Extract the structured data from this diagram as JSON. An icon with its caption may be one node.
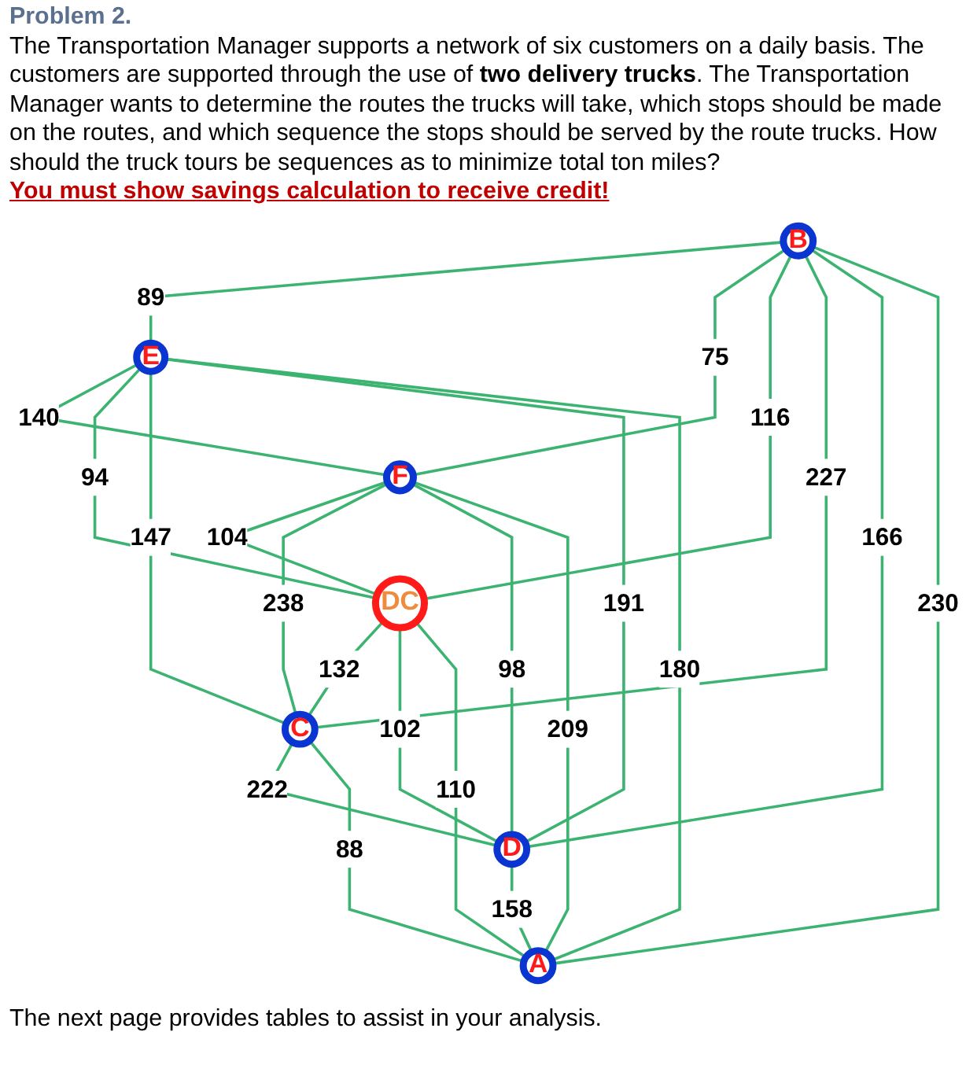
{
  "diagram": {
    "title": "Problem 2.",
    "nodes": [
      {
        "text": [
          "B"
        ]
      },
      {
        "text": [
          "E"
        ]
      },
      {
        "text": [
          "F"
        ]
      },
      {
        "text": [
          "DC"
        ]
      },
      {
        "text": [
          "C"
        ]
      },
      {
        "text": [
          "D"
        ]
      },
      {
        "text": [
          "A"
        ]
      }
    ],
    "edges": [
      {
        "from": 0,
        "to": 1,
        "arrow": "none",
        "label": "89"
      },
      {
        "from": 0,
        "to": 2,
        "arrow": "none",
        "label": "75"
      },
      {
        "from": 0,
        "to": 3,
        "arrow": "none",
        "label": "116"
      },
      {
        "from": 0,
        "to": 4,
        "arrow": "none",
        "label": "227"
      },
      {
        "from": 0,
        "to": 5,
        "arrow": "none",
        "label": "166"
      },
      {
        "from": 0,
        "to": 6,
        "arrow": "none",
        "label": "230"
      },
      {
        "from": 1,
        "to": 2,
        "arrow": "none",
        "label": "140"
      },
      {
        "from": 1,
        "to": 3,
        "arrow": "none",
        "label": "94"
      },
      {
        "from": 1,
        "to": 4,
        "arrow": "none",
        "label": "147"
      },
      {
        "from": 1,
        "to": 5,
        "arrow": "none",
        "label": "191"
      },
      {
        "from": 1,
        "to": 6,
        "arrow": "none",
        "label": "180"
      },
      {
        "from": 2,
        "to": 3,
        "arrow": "none",
        "label": "104"
      },
      {
        "from": 2,
        "to": 4,
        "arrow": "none",
        "label": "238"
      },
      {
        "from": 2,
        "to": 5,
        "arrow": "none",
        "label": "98"
      },
      {
        "from": 2,
        "to": 6,
        "arrow": "none",
        "label": "209"
      },
      {
        "from": 3,
        "to": 4,
        "arrow": "none",
        "label": "132"
      },
      {
        "from": 3,
        "to": 5,
        "arrow": "none",
        "label": "102"
      },
      {
        "from": 3,
        "to": 6,
        "arrow": "none",
        "label": "110"
      },
      {
        "from": 4,
        "to": 5,
        "arrow": "none",
        "label": "222"
      },
      {
        "from": 4,
        "to": 6,
        "arrow": "none",
        "label": "88"
      },
      {
        "from": 5,
        "to": 6,
        "arrow": "none",
        "label": "158"
      }
    ],
    "labels": [
      "The Transportation Manager supports a network of six customers on a daily basis. The customers are supported through the use of **two delivery trucks**. The Transportation Manager wants to determine the routes the trucks will take, which stops should be made on the routes, and which sequence the stops should be served by the route trucks. How should the truck tours be sequences as to minimize total ton miles?",
      "You must show savings calculation to receive credit!"
    ],
    "caption": "The next page provides tables to assist in your analysis."
  }
}
